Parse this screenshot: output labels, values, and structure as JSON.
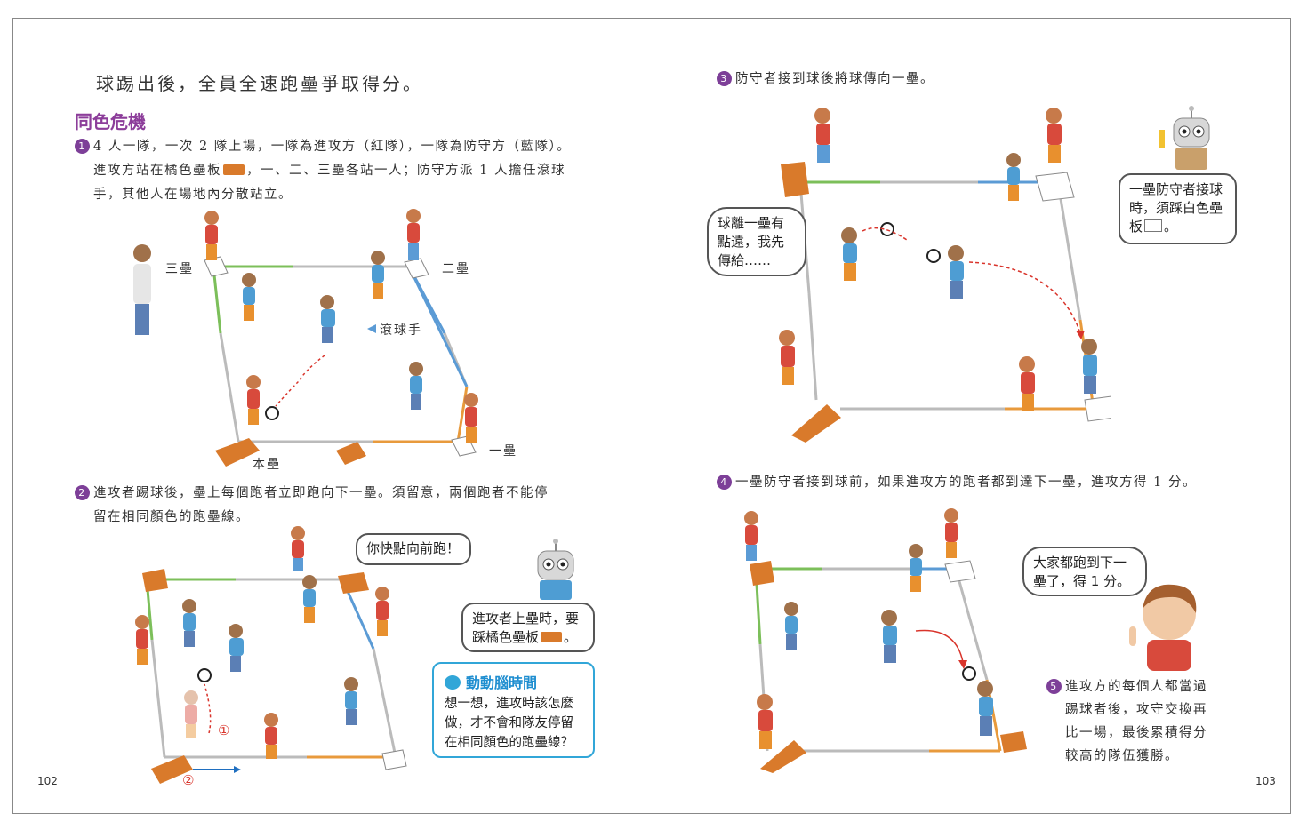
{
  "left_page": {
    "intro": "球踢出後，全員全速跑壘爭取得分。",
    "section_title": "同色危機",
    "step1": {
      "number": "1",
      "line1": "4 人一隊，一次 2 隊上場，一隊為進攻方（紅隊），一隊為防守方（藍隊）。",
      "line2a": "進攻方站在橘色壘板",
      "line2b": "，一、二、三壘各站一人；防守方派 1 人擔任滾球",
      "line3": "手，其他人在場地內分散站立。"
    },
    "diagram1_labels": {
      "third_base": "三壘",
      "second_base": "二壘",
      "pitcher": "滾球手",
      "first_base": "一壘",
      "home_base": "本壘"
    },
    "step2": {
      "number": "2",
      "line1": "進攻者踢球後，壘上每個跑者立即跑向下一壘。須留意，兩個跑者不能停",
      "line2": "留在相同顏色的跑壘線。"
    },
    "diagram2": {
      "bubble_run": "你快點向前跑！",
      "robot_tip_a": "進攻者上壘時，要",
      "robot_tip_b": "踩橘色壘板",
      "marker1": "①",
      "marker2": "②"
    },
    "think_box": {
      "title": "動動腦時間",
      "body1": "想一想，進攻時該怎麼",
      "body2": "做，才不會和隊友停留",
      "body3": "在相同顏色的跑壘線？"
    },
    "page_number": "102"
  },
  "right_page": {
    "step3": {
      "number": "3",
      "text": "防守者接到球後將球傳向一壘。"
    },
    "diagram3": {
      "bubble_pass_1": "球離一壘有",
      "bubble_pass_2": "點遠，我先",
      "bubble_pass_3": "傳給……",
      "robot_tip_1": "一壘防守者接球",
      "robot_tip_2": "時，須踩白色壘",
      "robot_tip_3": "板"
    },
    "step4": {
      "number": "4",
      "text": "一壘防守者接到球前，如果進攻方的跑者都到達下一壘，進攻方得 1 分。"
    },
    "diagram4": {
      "bubble_score_1": "大家都跑到下一",
      "bubble_score_2": "壘了，得 1 分。"
    },
    "step5": {
      "number": "5",
      "line1": "進攻方的每個人都當過",
      "line2": "踢球者後，攻守交換再",
      "line3": "比一場，最後累積得分",
      "line4": "較高的隊伍獲勝。"
    },
    "page_number": "103"
  },
  "colors": {
    "purple": "#7d3f98",
    "orange_plate": "#d97a2b",
    "green_line": "#7cbf5a",
    "blue_line": "#5b9bd5",
    "orange_line": "#e89a3c",
    "grey_line": "#bbbbbb",
    "red_arrow": "#d9342b",
    "think_blue": "#31a6d8"
  }
}
